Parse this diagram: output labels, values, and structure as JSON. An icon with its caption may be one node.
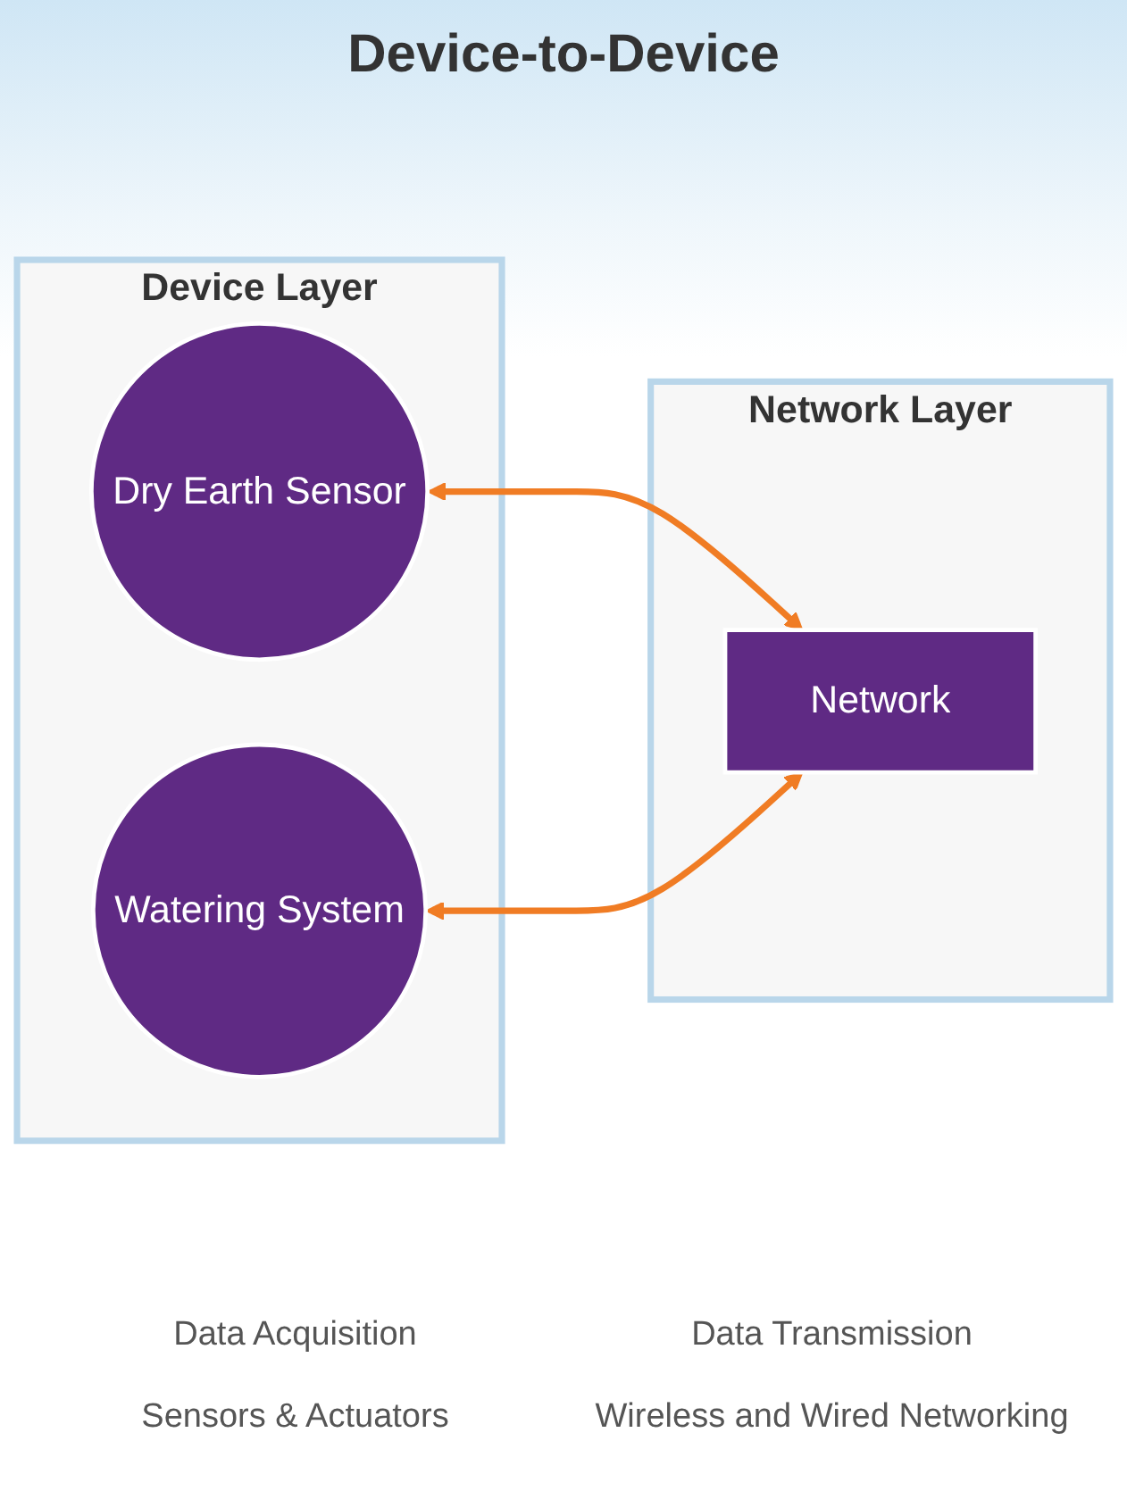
{
  "diagram": {
    "title": "Device-to-Device",
    "nodes": [
      {
        "text": [
          "Device Layer"
        ]
      },
      {
        "text": [
          "Dry Earth Sensor"
        ],
        "in": 0
      },
      {
        "text": [
          "Watering System"
        ],
        "in": 0
      },
      {
        "text": [
          "Network Layer"
        ]
      },
      {
        "text": [
          "Network"
        ],
        "in": 3
      }
    ],
    "edges": [
      {
        "from": 1,
        "to": 4,
        "arrow": "both"
      },
      {
        "from": 2,
        "to": 4,
        "arrow": "both"
      }
    ],
    "labels": [
      "Data Acquisition",
      "Data Transmission",
      "Sensors & Actuators",
      "Wireless and Wired Networking"
    ]
  }
}
